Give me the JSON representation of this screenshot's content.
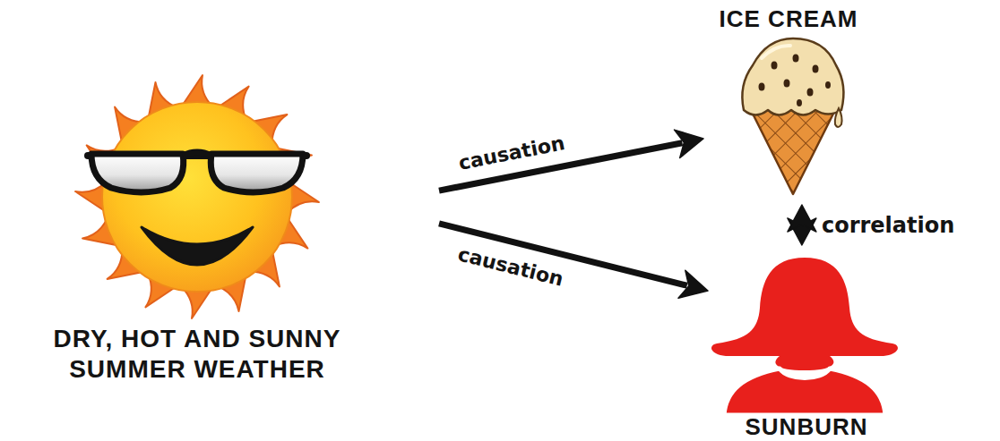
{
  "diagram": {
    "nodes": [
      {
        "text": [
          "DRY, HOT AND SUNNY SUMMER WEATHER"
        ]
      },
      {
        "text": [
          "ICE CREAM"
        ]
      },
      {
        "text": [
          "SUNBURN"
        ]
      }
    ],
    "edges": [
      {
        "from": 0,
        "to": 1,
        "label": "causation",
        "arrow": "to"
      },
      {
        "from": 0,
        "to": 2,
        "label": "causation",
        "arrow": "to"
      },
      {
        "from": 1,
        "to": 2,
        "label": "correlation",
        "arrow": "both"
      }
    ]
  }
}
